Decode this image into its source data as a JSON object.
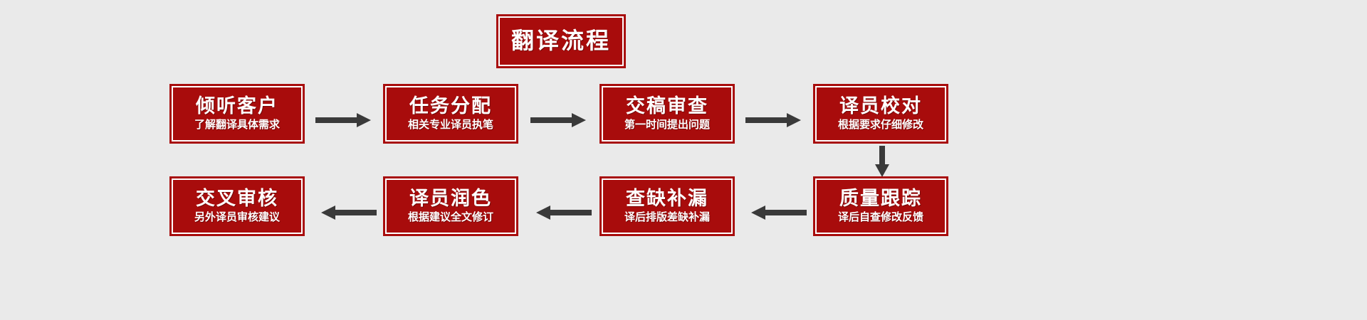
{
  "background_color": "#eaeaea",
  "box_fill_color": "#a80c0c",
  "box_border_color": "#a80c0c",
  "box_inner_outline_color": "#ffffff",
  "text_color": "#ffffff",
  "arrow_color": "#3a3a3a",
  "header": {
    "title": "翻译流程"
  },
  "steps": [
    {
      "id": 1,
      "title": "倾听客户",
      "subtitle": "了解翻译具体需求"
    },
    {
      "id": 2,
      "title": "任务分配",
      "subtitle": "相关专业译员执笔"
    },
    {
      "id": 3,
      "title": "交稿审查",
      "subtitle": "第一时间提出问题"
    },
    {
      "id": 4,
      "title": "译员校对",
      "subtitle": "根据要求仔细修改"
    },
    {
      "id": 5,
      "title": "质量跟踪",
      "subtitle": "译后自查修改反馈"
    },
    {
      "id": 6,
      "title": "查缺补漏",
      "subtitle": "译后排版差缺补漏"
    },
    {
      "id": 7,
      "title": "译员润色",
      "subtitle": "根据建议全文修订"
    },
    {
      "id": 8,
      "title": "交叉审核",
      "subtitle": "另外译员审核建议"
    }
  ],
  "connectors": [
    {
      "id": "a1",
      "direction": "right",
      "from": 1,
      "to": 2
    },
    {
      "id": "a2",
      "direction": "right",
      "from": 2,
      "to": 3
    },
    {
      "id": "a3",
      "direction": "right",
      "from": 3,
      "to": 4
    },
    {
      "id": "a4",
      "direction": "down",
      "from": 4,
      "to": 5
    },
    {
      "id": "a5",
      "direction": "left",
      "from": 5,
      "to": 6
    },
    {
      "id": "a6",
      "direction": "left",
      "from": 6,
      "to": 7
    },
    {
      "id": "a7",
      "direction": "left",
      "from": 7,
      "to": 8
    }
  ]
}
